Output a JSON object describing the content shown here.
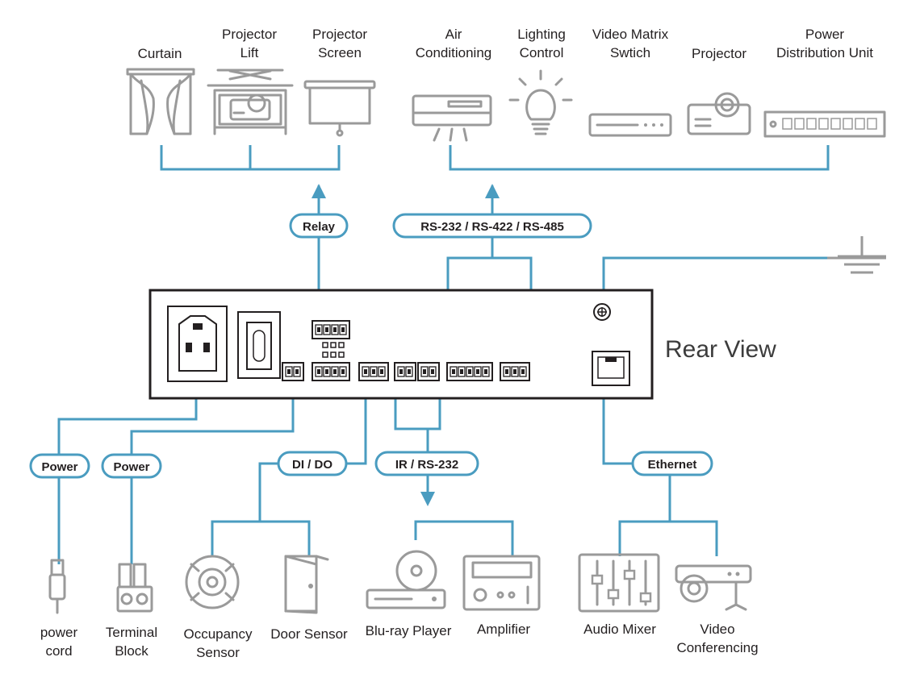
{
  "device": {
    "view_label": "Rear View"
  },
  "top_devices": [
    {
      "id": "curtain",
      "lines": [
        "Curtain"
      ],
      "icon": "curtain-icon"
    },
    {
      "id": "projector-lift",
      "lines": [
        "Projector",
        "Lift"
      ],
      "icon": "projector-lift-icon"
    },
    {
      "id": "projector-screen",
      "lines": [
        "Projector",
        "Screen"
      ],
      "icon": "projector-screen-icon"
    },
    {
      "id": "air-conditioning",
      "lines": [
        "Air",
        "Conditioning"
      ],
      "icon": "air-conditioner-icon"
    },
    {
      "id": "lighting-control",
      "lines": [
        "Lighting",
        "Control"
      ],
      "icon": "light-bulb-icon"
    },
    {
      "id": "video-matrix",
      "lines": [
        "Video Matrix",
        "Swtich"
      ],
      "icon": "video-matrix-switch-icon"
    },
    {
      "id": "projector",
      "lines": [
        "Projector"
      ],
      "icon": "projector-icon"
    },
    {
      "id": "pdu",
      "lines": [
        "Power",
        "Distribution Unit"
      ],
      "icon": "power-distribution-unit-icon"
    }
  ],
  "bottom_devices": [
    {
      "id": "power-cord",
      "lines": [
        "power",
        "cord"
      ],
      "icon": "power-cord-icon"
    },
    {
      "id": "terminal-block",
      "lines": [
        "Terminal",
        "Block"
      ],
      "icon": "terminal-block-icon"
    },
    {
      "id": "occupancy-sensor",
      "lines": [
        "Occupancy",
        "Sensor"
      ],
      "icon": "occupancy-sensor-icon"
    },
    {
      "id": "door-sensor",
      "lines": [
        "Door Sensor"
      ],
      "icon": "door-sensor-icon"
    },
    {
      "id": "bluray-player",
      "lines": [
        "Blu-ray Player"
      ],
      "icon": "bluray-player-icon"
    },
    {
      "id": "amplifier",
      "lines": [
        "Amplifier"
      ],
      "icon": "amplifier-icon"
    },
    {
      "id": "audio-mixer",
      "lines": [
        "Audio Mixer"
      ],
      "icon": "audio-mixer-icon"
    },
    {
      "id": "video-conferencing",
      "lines": [
        "Video",
        "Conferencing"
      ],
      "icon": "video-conferencing-icon"
    }
  ],
  "connections": {
    "relay": "Relay",
    "serial": "RS-232 / RS-422 / RS-485",
    "power_cord": "Power",
    "power_terminal": "Power",
    "di_do": "DI / DO",
    "ir_rs232": "IR / RS-232",
    "ethernet": "Ethernet"
  },
  "colors": {
    "wire": "#4a9cc0",
    "icon": "#9a9a9a",
    "text": "#231f20"
  }
}
